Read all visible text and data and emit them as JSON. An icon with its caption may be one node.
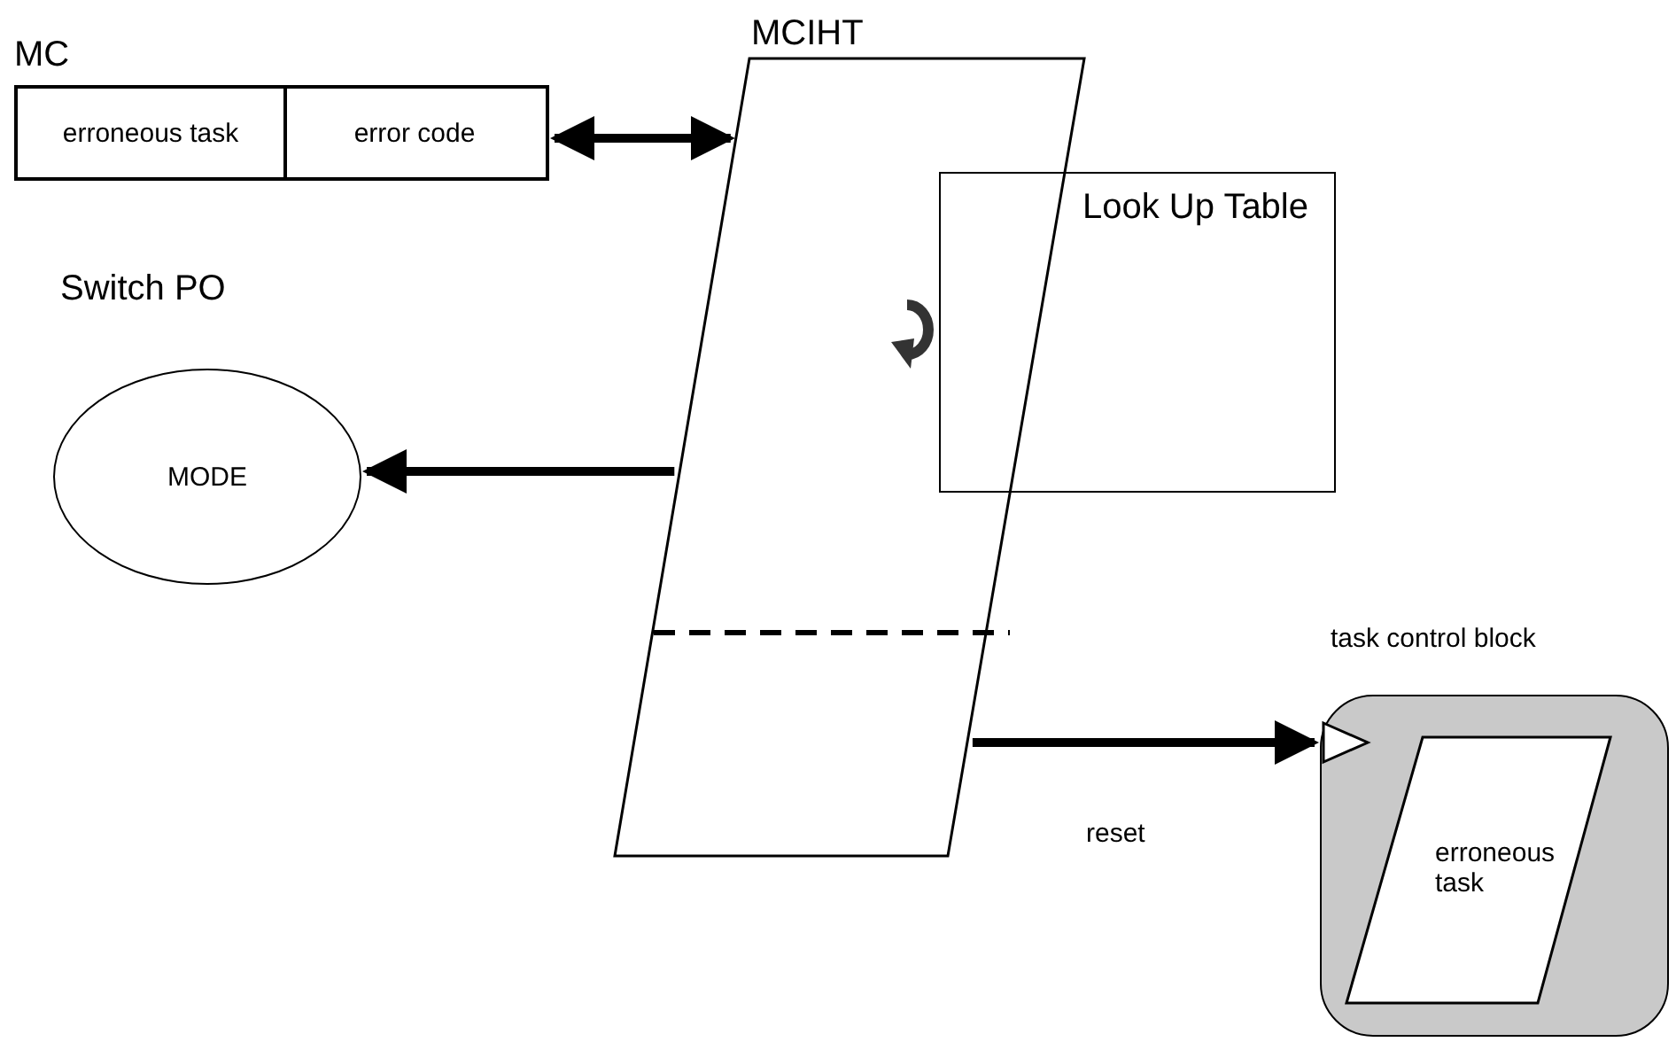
{
  "diagram": {
    "nodes": [
      {
        "text": [
          "MC"
        ]
      },
      {
        "text": [
          "erroneous task"
        ],
        "in": 0
      },
      {
        "text": [
          "error code"
        ],
        "in": 0
      },
      {
        "text": [
          "MCIHT"
        ]
      },
      {
        "text": [
          "Look Up Table"
        ]
      },
      {
        "text": [
          "Switch PO",
          "MODE"
        ]
      },
      {
        "text": [
          "task control block"
        ]
      },
      {
        "text": [
          "erroneous task"
        ],
        "in": 6
      }
    ],
    "edges": [
      {
        "from": 0,
        "to": 3,
        "arrow": "both"
      },
      {
        "from": 3,
        "to": 5,
        "arrow": "to"
      },
      {
        "from": 3,
        "to": 6,
        "arrow": "to",
        "label": "reset"
      }
    ]
  }
}
